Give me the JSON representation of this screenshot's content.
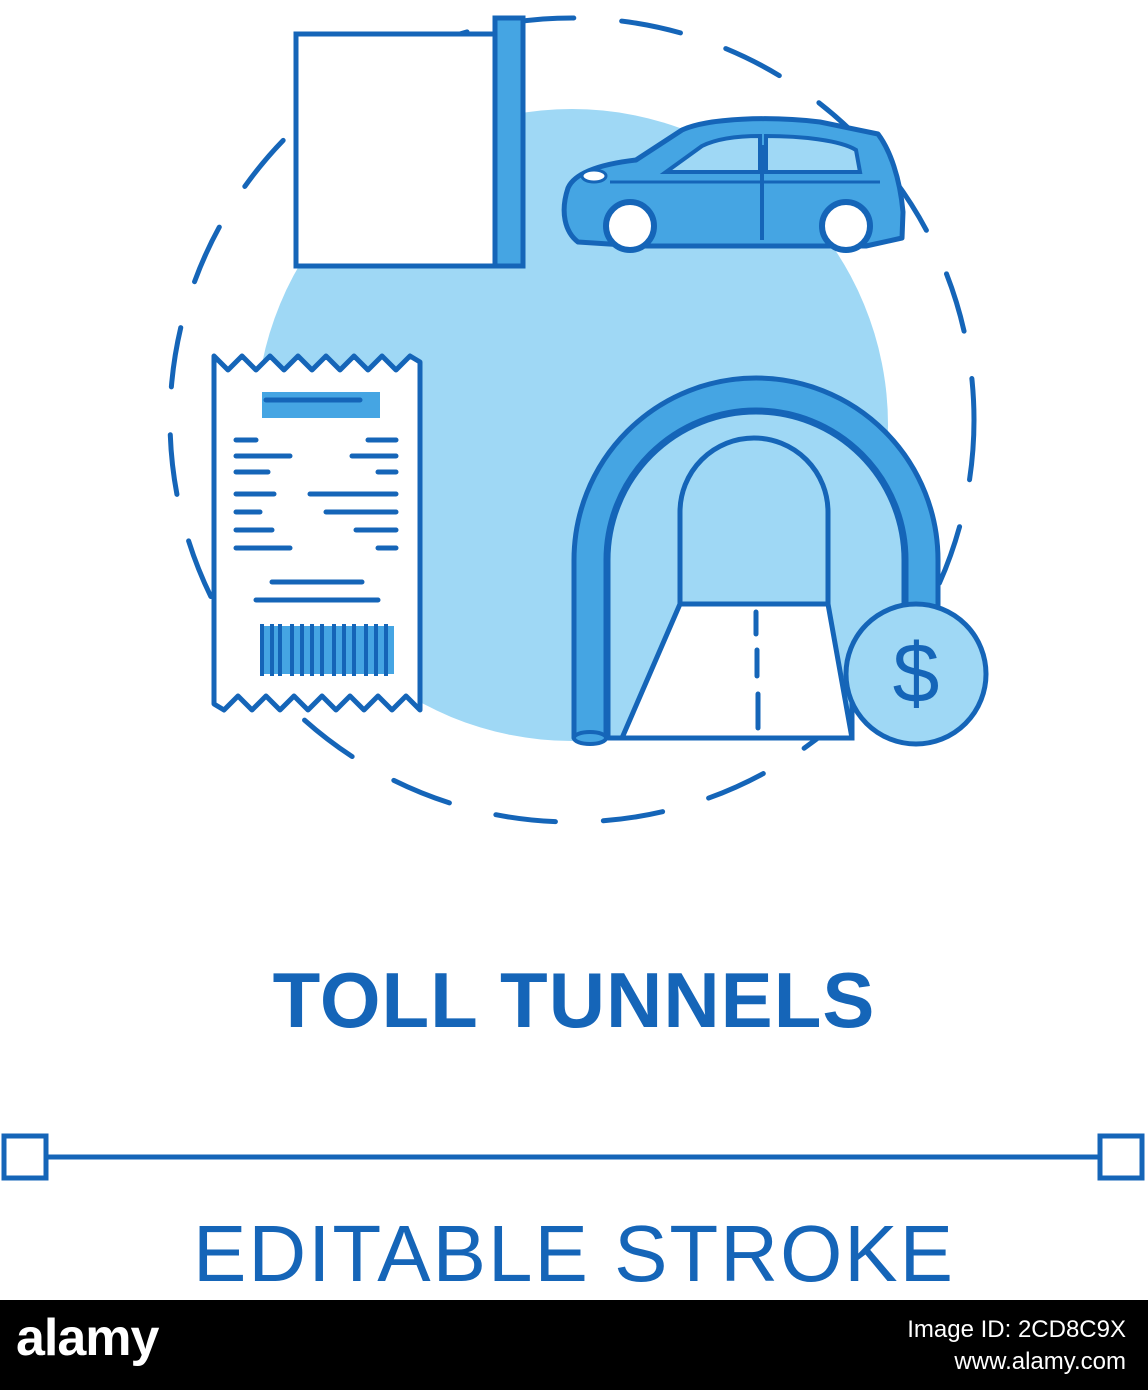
{
  "concept": {
    "title": "TOLL TUNNELS",
    "subtitle": "EDITABLE STROKE",
    "currency_symbol": "$",
    "icons": [
      "sign-icon",
      "car-icon",
      "receipt-icon",
      "tunnel-icon",
      "coin-icon"
    ]
  },
  "watermark": {
    "brand": "alamy",
    "image_id": "Image ID: 2CD8C9X",
    "site": "www.alamy.com"
  },
  "colors": {
    "primary": "#1565b8",
    "fill": "#45a5e3",
    "light": "#9fd8f5",
    "background": "#ffffff",
    "bar": "#000000"
  }
}
